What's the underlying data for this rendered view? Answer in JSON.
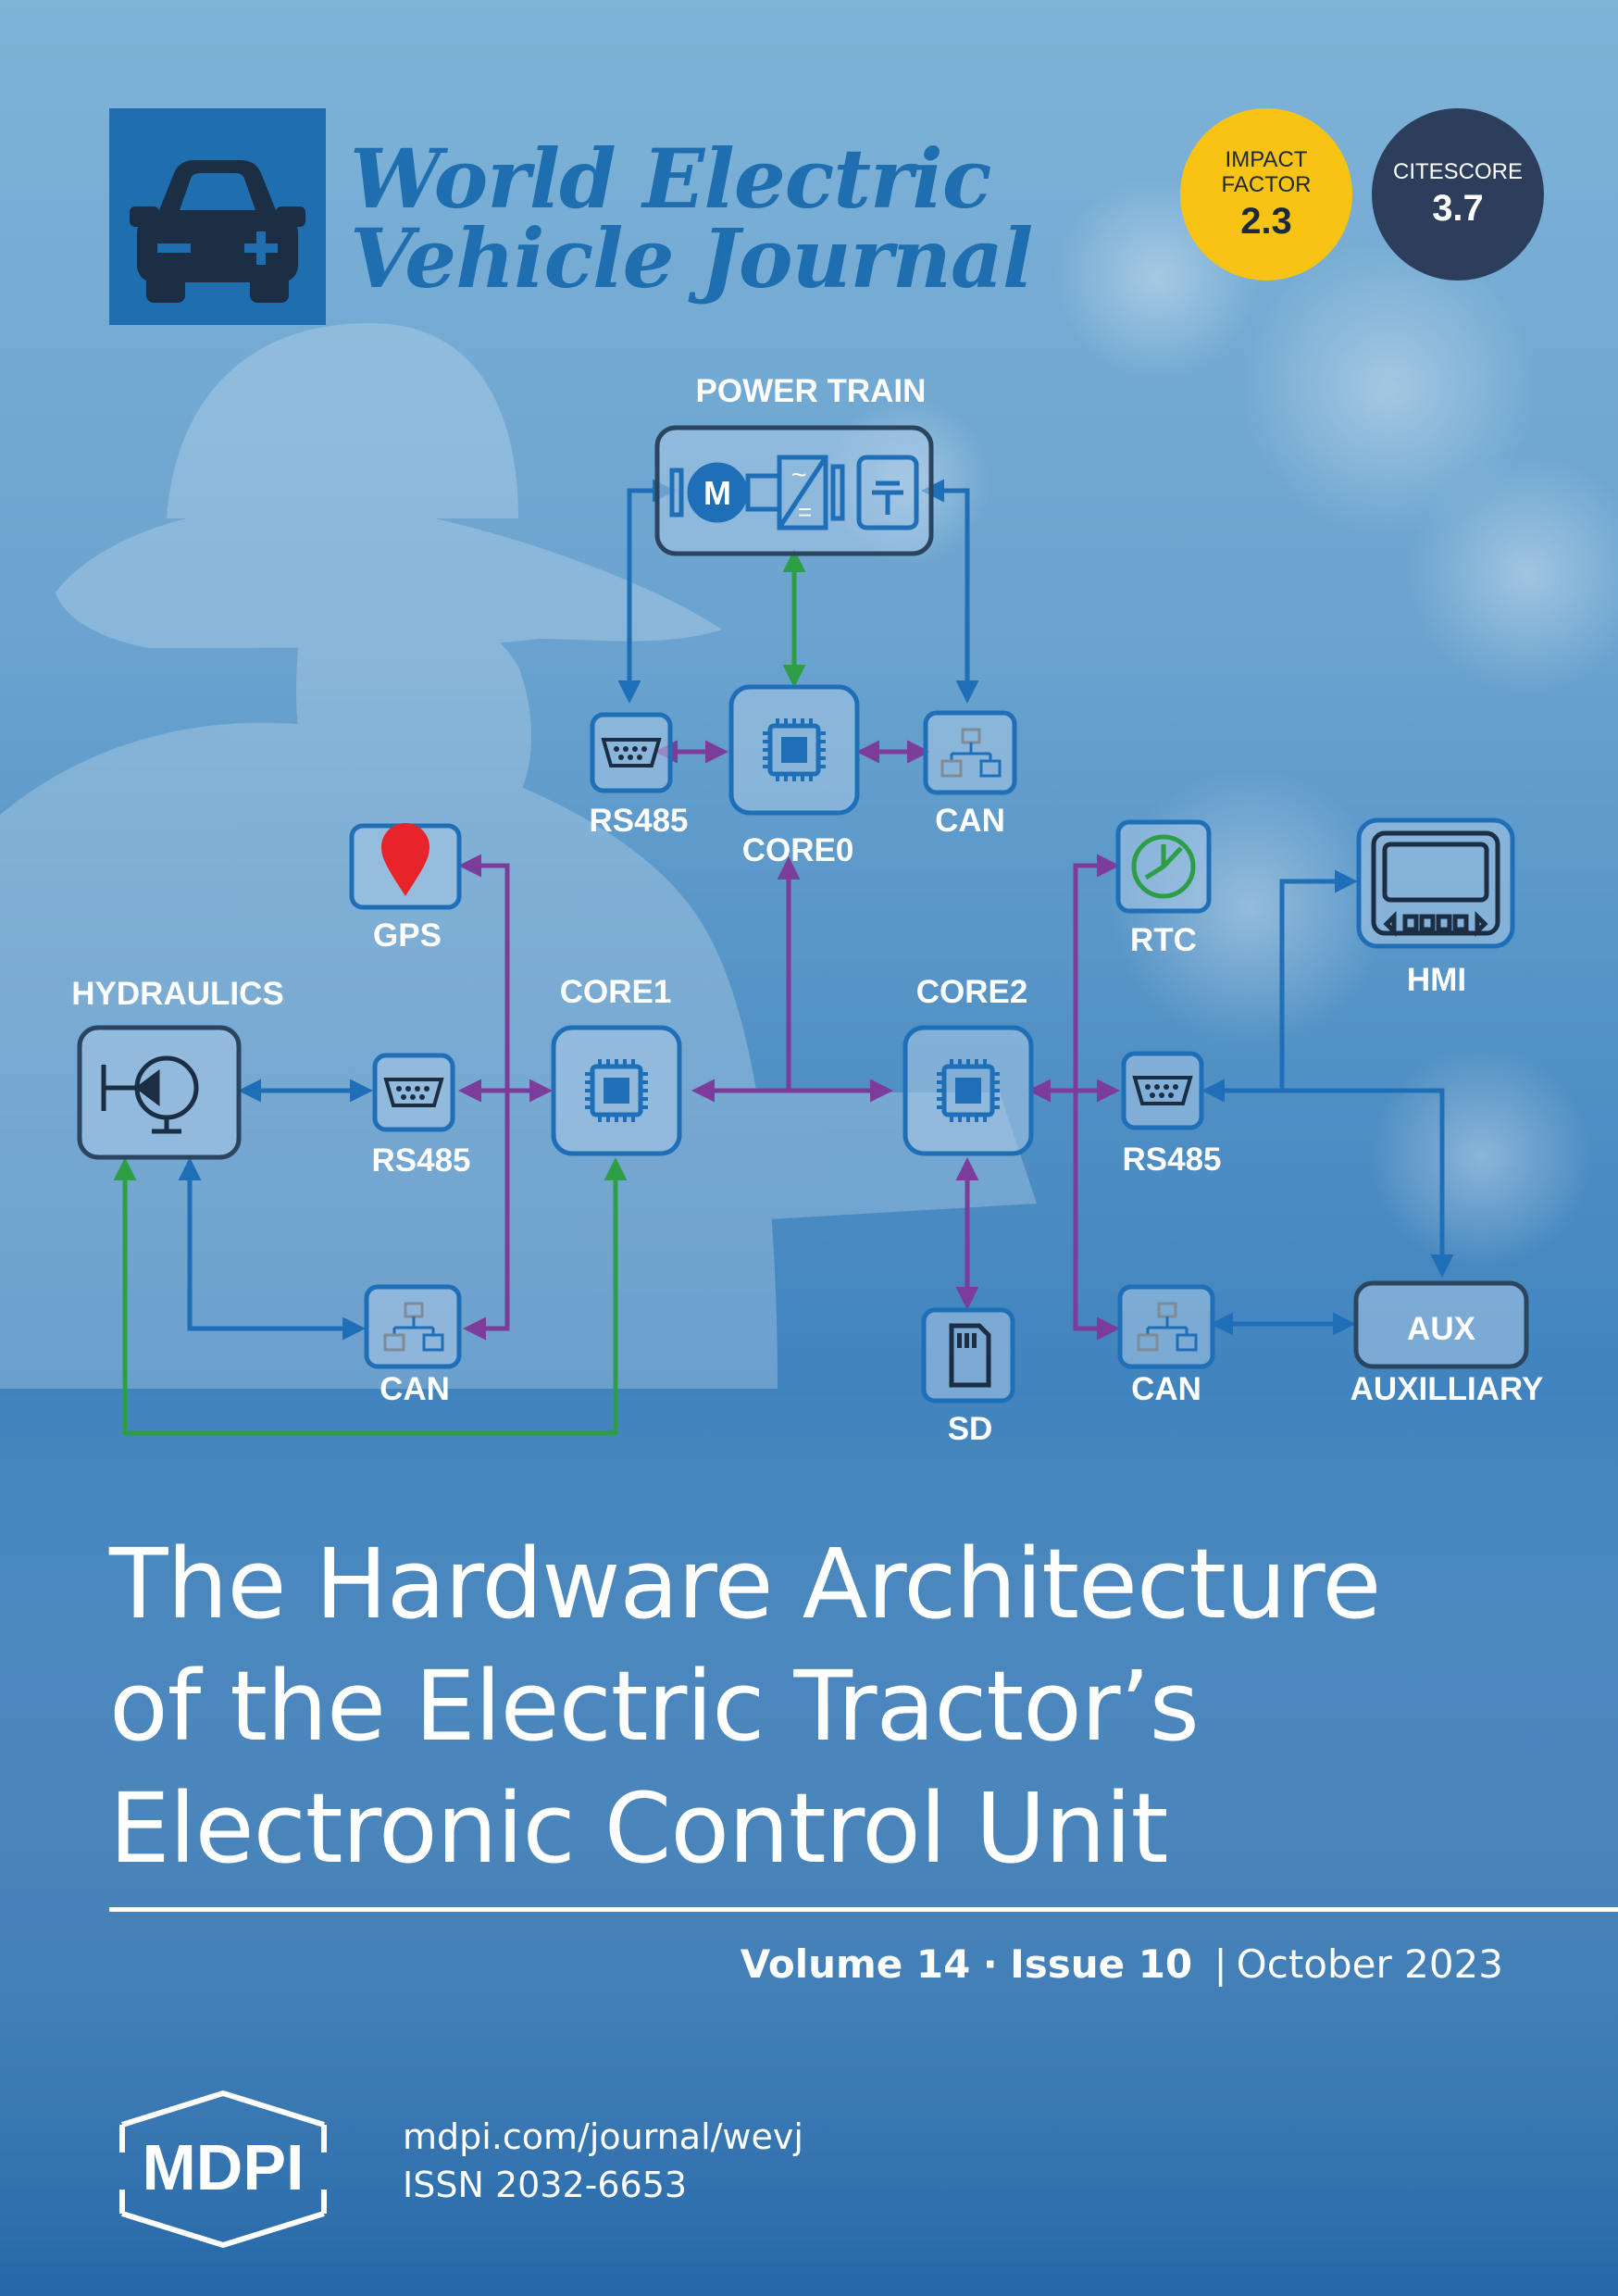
{
  "journal": {
    "title_line1": "World Electric",
    "title_line2": "Vehicle Journal",
    "logo_icon": "car-plus-minus-icon",
    "brand_color": "#1f6fb0"
  },
  "badges": {
    "impact_factor": {
      "label_line1": "IMPACT",
      "label_line2": "FACTOR",
      "value": "2.3",
      "color": "#f7c315"
    },
    "citescore": {
      "label": "CITESCORE",
      "value": "3.7",
      "color": "#2c3e5c"
    }
  },
  "diagram": {
    "labels": {
      "power_train": "POWER TRAIN",
      "rs485_top": "RS485",
      "core0": "CORE0",
      "can_top": "CAN",
      "gps": "GPS",
      "hydraulics": "HYDRAULICS",
      "core1": "CORE1",
      "rs485_left": "RS485",
      "can_left": "CAN",
      "core2": "CORE2",
      "rtc": "RTC",
      "hmi": "HMI",
      "rs485_right": "RS485",
      "sd": "SD",
      "can_right": "CAN",
      "aux_box": "AUX",
      "auxiliary": "AUXILLIARY"
    },
    "colors": {
      "link_blue": "#1f6fb8",
      "link_purple": "#7b3c9a",
      "link_green": "#2e9e46",
      "gps_pin": "#e8242a"
    }
  },
  "cover": {
    "title_line1": "The Hardware Architecture",
    "title_line2": "of the Electric Tractor’s",
    "title_line3": "Electronic Control Unit",
    "volume": "Volume 14",
    "dot": "·",
    "issue": "Issue 10",
    "separator": "|",
    "date": "October 2023"
  },
  "publisher": {
    "name": "MDPI",
    "url": "mdpi.com/journal/wevj",
    "issn": "ISSN 2032-6653"
  }
}
